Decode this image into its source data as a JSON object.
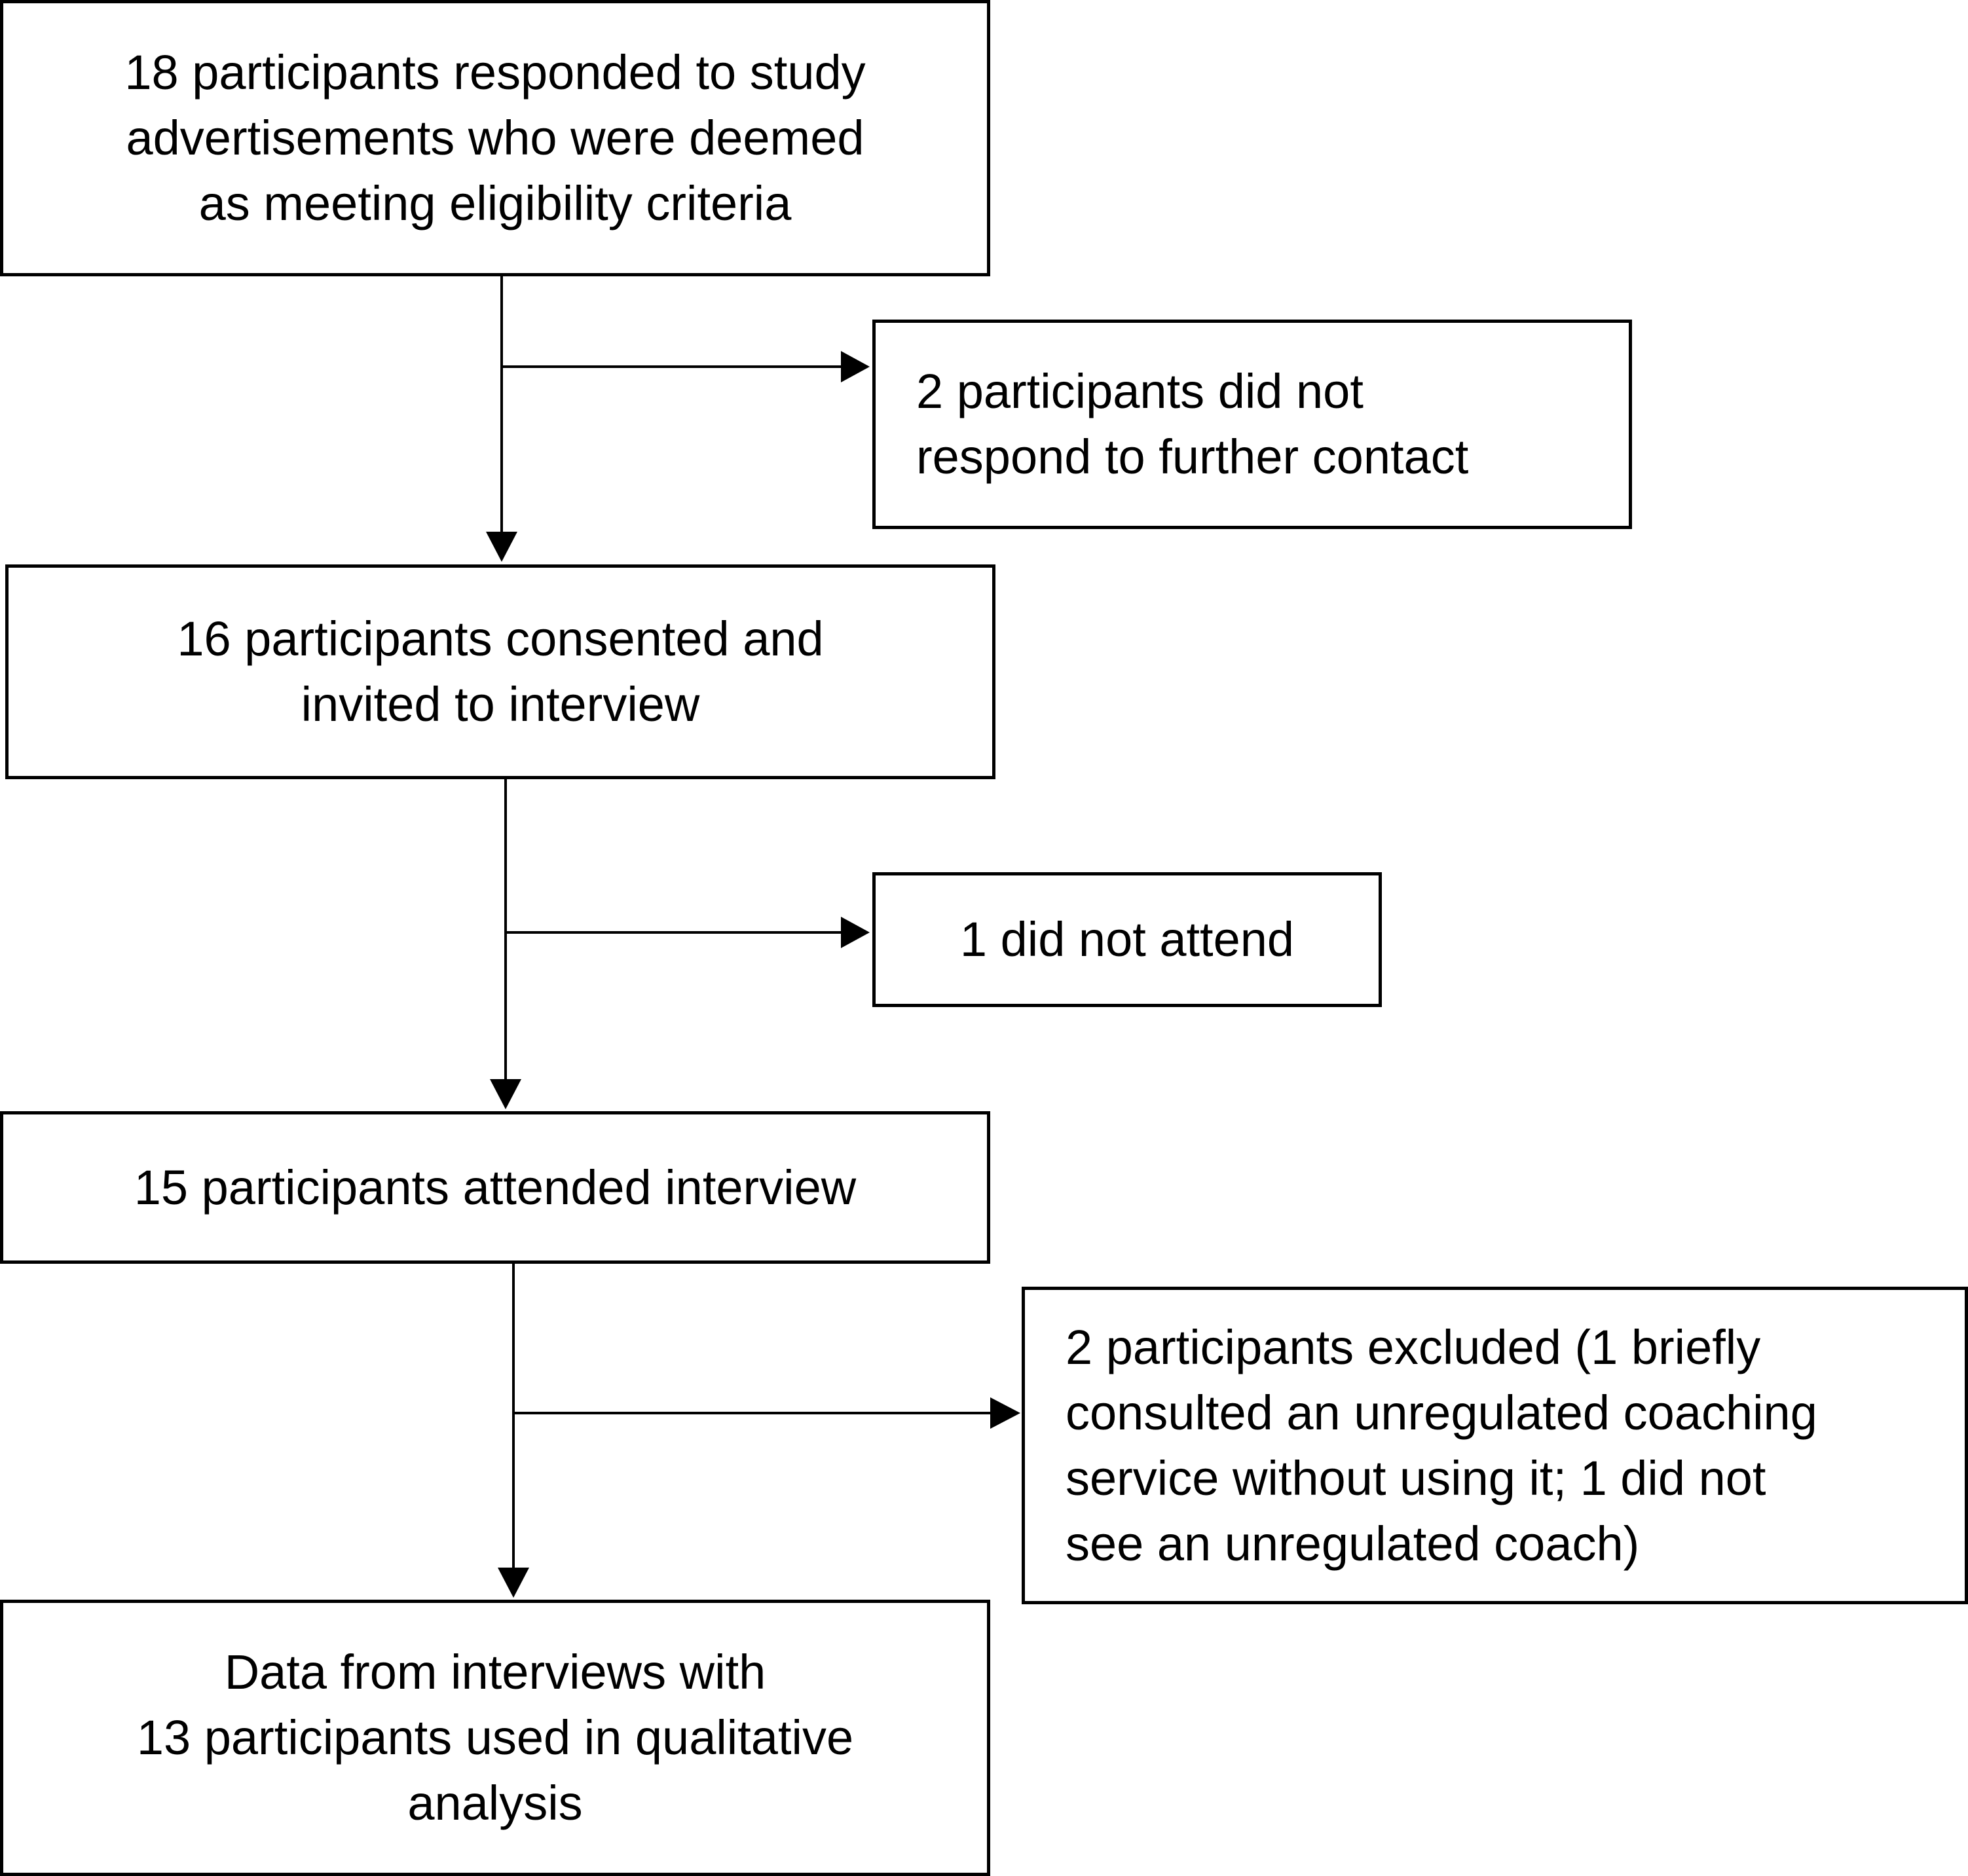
{
  "flowchart": {
    "boxes": [
      {
        "id": "eligible",
        "text": "18 participants responded to study\nadvertisements who were deemed\nas meeting eligibility criteria"
      },
      {
        "id": "no-response",
        "text": "2 participants did not\nrespond to further contact"
      },
      {
        "id": "consented",
        "text": "16 participants consented and\ninvited to interview"
      },
      {
        "id": "did-not-attend",
        "text": "1 did not attend"
      },
      {
        "id": "attended",
        "text": "15 participants attended interview"
      },
      {
        "id": "excluded",
        "text": "2 participants excluded (1 briefly\nconsulted an unregulated coaching\nservice without using it; 1 did not\nsee an unregulated coach)"
      },
      {
        "id": "analysed",
        "text": "Data from interviews with\n13 participants used in qualitative\nanalysis"
      }
    ],
    "colors": {
      "line": "#000000",
      "background": "#ffffff"
    }
  }
}
